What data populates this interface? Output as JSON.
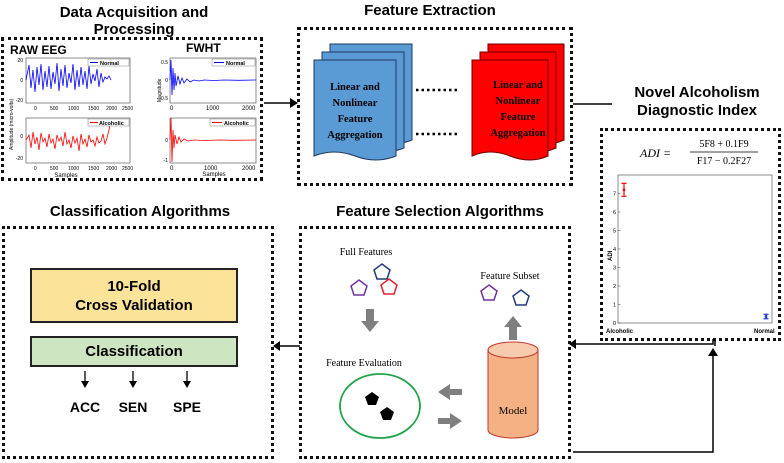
{
  "titles": {
    "acquisition_line1": "Data Acquisition and",
    "acquisition_line2": "Processing",
    "feature_extraction": "Feature Extraction",
    "novel_line1": "Novel Alcoholism",
    "novel_line2": "Diagnostic Index",
    "classification_algorithms": "Classification Algorithms",
    "feature_selection": "Feature Selection Algorithms"
  },
  "acquisition": {
    "raw_eeg": "RAW EEG",
    "fwht": "FWHT",
    "normal": "Normal",
    "alcoholic": "Alcoholic",
    "raw_ylabel": "Amplitude (micro-volts)",
    "fwht_ylabel": "Magnitude",
    "xlabel": "Samples",
    "raw_top_ticks": [
      "20",
      "0",
      "-20"
    ],
    "raw_bottom_ticks": [
      "0",
      "-20"
    ],
    "raw_x_ticks": [
      "0",
      "500",
      "1000",
      "1500",
      "2000",
      "2500"
    ],
    "fwht_x_ticks_top": [
      "0",
      "1000",
      "2000"
    ],
    "fwht_x_ticks_bottom": [
      "0",
      "1000",
      "2000"
    ],
    "fwht_top_y_ticks": [
      "0.5",
      "0",
      "-0.5"
    ],
    "fwht_bottom_y_ticks": [
      "0",
      "-1"
    ]
  },
  "extraction": {
    "doc_line1": "Linear and",
    "doc_line2": "Nonlinear",
    "doc_line3": "Feature",
    "doc_line4": "Aggregation"
  },
  "adi": {
    "formula_lhs": "ADI =",
    "numerator": "5F8 + 0.1F9",
    "denominator": "F17 − 0.2F27",
    "ylabel": "ADI",
    "y_ticks": [
      "0",
      "1",
      "2",
      "3",
      "4",
      "5",
      "6",
      "7"
    ],
    "x_labels": [
      "Alcoholic",
      "Normal"
    ]
  },
  "chart_data": {
    "type": "scatter",
    "title": "",
    "xlabel": "",
    "ylabel": "ADI",
    "categories": [
      "Alcoholic",
      "Normal"
    ],
    "values": [
      7.2,
      0.35
    ],
    "ylim": [
      0,
      8
    ]
  },
  "classification": {
    "cv_line1": "10-Fold",
    "cv_line2": "Cross Validation",
    "classification": "Classification",
    "metrics": [
      "ACC",
      "SEN",
      "SPE"
    ],
    "colors": {
      "cv_fill": "#fbe39a",
      "class_fill": "#cde5c0"
    }
  },
  "selection": {
    "full_features": "Full Features",
    "feature_subset": "Feature Subset",
    "feature_evaluation": "Feature Evaluation",
    "model": "Model"
  },
  "colors": {
    "blue_doc": "#5b9bd5",
    "red_doc": "#ff0000",
    "pentagon_blue": "#1f3a7a",
    "pentagon_purple": "#7030a0",
    "pentagon_red": "#e0202a",
    "eval_circle": "#22a34a",
    "model_fill": "#f4b183",
    "arrow_gray": "#7f7f7f"
  }
}
